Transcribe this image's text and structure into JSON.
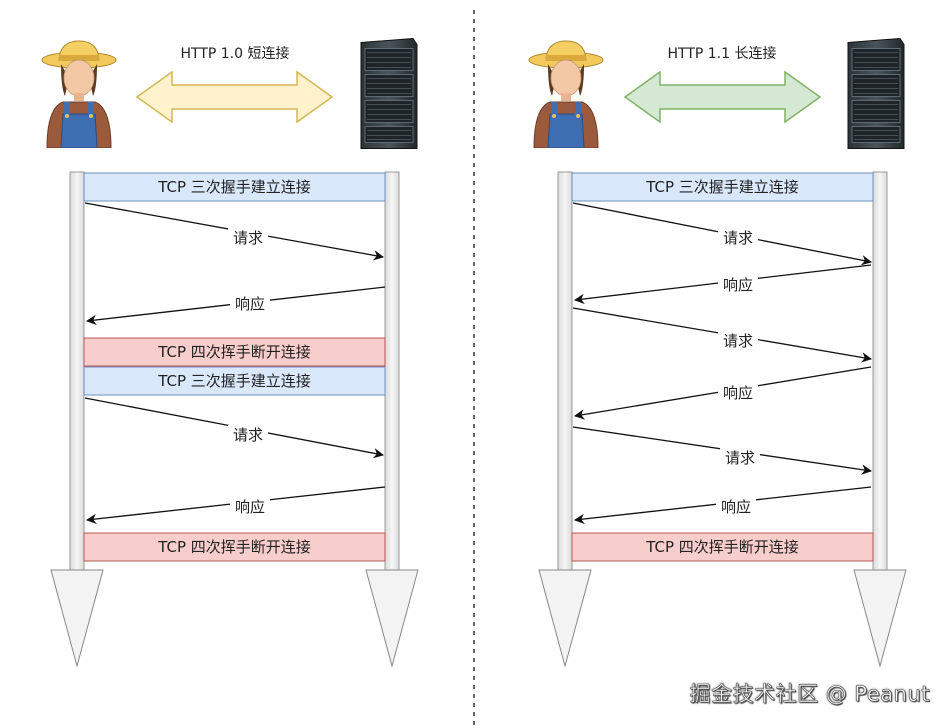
{
  "watermark": "掘金技术社区 @ Peanut",
  "colors": {
    "connect_fill": "#dae8fc",
    "connect_stroke": "#6c8ebf",
    "close_fill": "#f8cecc",
    "close_stroke": "#b85450",
    "short_arrow_fill": "#fff2cc",
    "short_arrow_stroke": "#d6b656",
    "long_arrow_fill": "#d5e8d4",
    "long_arrow_stroke": "#82b366",
    "divider": "#333333"
  },
  "left": {
    "title": "HTTP 1.0 短连接",
    "client_icon": "farmer-client-icon",
    "server_icon": "server-rack-icon",
    "blocks": [
      {
        "type": "connect",
        "label": "TCP 三次握手建立连接"
      },
      {
        "type": "request",
        "label": "请求"
      },
      {
        "type": "response",
        "label": "响应"
      },
      {
        "type": "close",
        "label": "TCP 四次挥手断开连接"
      },
      {
        "type": "connect",
        "label": "TCP 三次握手建立连接"
      },
      {
        "type": "request",
        "label": "请求"
      },
      {
        "type": "response",
        "label": "响应"
      },
      {
        "type": "close",
        "label": "TCP 四次挥手断开连接"
      }
    ]
  },
  "right": {
    "title": "HTTP 1.1 长连接",
    "client_icon": "farmer-client-icon",
    "server_icon": "server-rack-icon",
    "blocks": [
      {
        "type": "connect",
        "label": "TCP 三次握手建立连接"
      },
      {
        "type": "request",
        "label": "请求"
      },
      {
        "type": "response",
        "label": "响应"
      },
      {
        "type": "request",
        "label": "请求"
      },
      {
        "type": "response",
        "label": "响应"
      },
      {
        "type": "request",
        "label": "请求"
      },
      {
        "type": "response",
        "label": "响应"
      },
      {
        "type": "close",
        "label": "TCP 四次挥手断开连接"
      }
    ]
  }
}
